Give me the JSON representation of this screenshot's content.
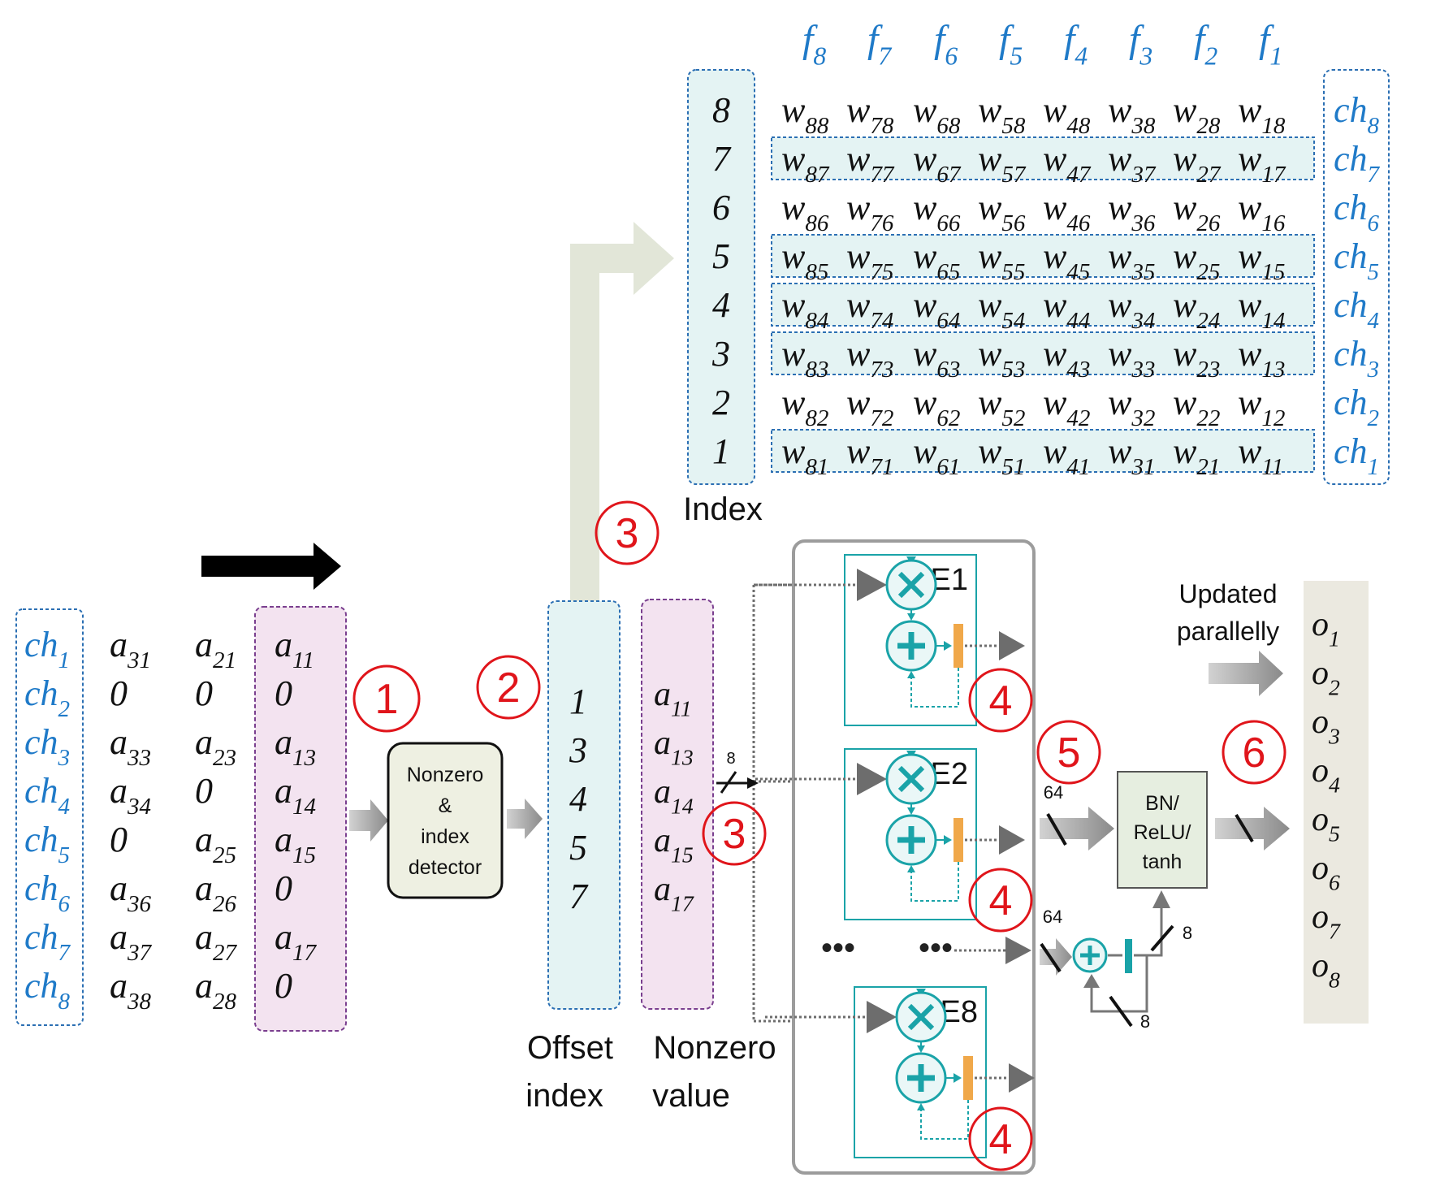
{
  "weight_matrix": {
    "filter_labels": [
      {
        "b": "f",
        "s": "8"
      },
      {
        "b": "f",
        "s": "7"
      },
      {
        "b": "f",
        "s": "6"
      },
      {
        "b": "f",
        "s": "5"
      },
      {
        "b": "f",
        "s": "4"
      },
      {
        "b": "f",
        "s": "3"
      },
      {
        "b": "f",
        "s": "2"
      },
      {
        "b": "f",
        "s": "1"
      }
    ],
    "index_values": [
      "8",
      "7",
      "6",
      "5",
      "4",
      "3",
      "2",
      "1"
    ],
    "index_caption": "Index",
    "rows": [
      {
        "cells": [
          {
            "b": "w",
            "s": "88"
          },
          {
            "b": "w",
            "s": "78"
          },
          {
            "b": "w",
            "s": "68"
          },
          {
            "b": "w",
            "s": "58"
          },
          {
            "b": "w",
            "s": "48"
          },
          {
            "b": "w",
            "s": "38"
          },
          {
            "b": "w",
            "s": "28"
          },
          {
            "b": "w",
            "s": "18"
          }
        ],
        "ch": {
          "b": "ch",
          "s": "8"
        },
        "highlighted": false
      },
      {
        "cells": [
          {
            "b": "w",
            "s": "87"
          },
          {
            "b": "w",
            "s": "77"
          },
          {
            "b": "w",
            "s": "67"
          },
          {
            "b": "w",
            "s": "57"
          },
          {
            "b": "w",
            "s": "47"
          },
          {
            "b": "w",
            "s": "37"
          },
          {
            "b": "w",
            "s": "27"
          },
          {
            "b": "w",
            "s": "17"
          }
        ],
        "ch": {
          "b": "ch",
          "s": "7"
        },
        "highlighted": true
      },
      {
        "cells": [
          {
            "b": "w",
            "s": "86"
          },
          {
            "b": "w",
            "s": "76"
          },
          {
            "b": "w",
            "s": "66"
          },
          {
            "b": "w",
            "s": "56"
          },
          {
            "b": "w",
            "s": "46"
          },
          {
            "b": "w",
            "s": "36"
          },
          {
            "b": "w",
            "s": "26"
          },
          {
            "b": "w",
            "s": "16"
          }
        ],
        "ch": {
          "b": "ch",
          "s": "6"
        },
        "highlighted": false
      },
      {
        "cells": [
          {
            "b": "w",
            "s": "85"
          },
          {
            "b": "w",
            "s": "75"
          },
          {
            "b": "w",
            "s": "65"
          },
          {
            "b": "w",
            "s": "55"
          },
          {
            "b": "w",
            "s": "45"
          },
          {
            "b": "w",
            "s": "35"
          },
          {
            "b": "w",
            "s": "25"
          },
          {
            "b": "w",
            "s": "15"
          }
        ],
        "ch": {
          "b": "ch",
          "s": "5"
        },
        "highlighted": true
      },
      {
        "cells": [
          {
            "b": "w",
            "s": "84"
          },
          {
            "b": "w",
            "s": "74"
          },
          {
            "b": "w",
            "s": "64"
          },
          {
            "b": "w",
            "s": "54"
          },
          {
            "b": "w",
            "s": "44"
          },
          {
            "b": "w",
            "s": "34"
          },
          {
            "b": "w",
            "s": "24"
          },
          {
            "b": "w",
            "s": "14"
          }
        ],
        "ch": {
          "b": "ch",
          "s": "4"
        },
        "highlighted": true
      },
      {
        "cells": [
          {
            "b": "w",
            "s": "83"
          },
          {
            "b": "w",
            "s": "73"
          },
          {
            "b": "w",
            "s": "63"
          },
          {
            "b": "w",
            "s": "53"
          },
          {
            "b": "w",
            "s": "43"
          },
          {
            "b": "w",
            "s": "33"
          },
          {
            "b": "w",
            "s": "23"
          },
          {
            "b": "w",
            "s": "13"
          }
        ],
        "ch": {
          "b": "ch",
          "s": "3"
        },
        "highlighted": true
      },
      {
        "cells": [
          {
            "b": "w",
            "s": "82"
          },
          {
            "b": "w",
            "s": "72"
          },
          {
            "b": "w",
            "s": "62"
          },
          {
            "b": "w",
            "s": "52"
          },
          {
            "b": "w",
            "s": "42"
          },
          {
            "b": "w",
            "s": "32"
          },
          {
            "b": "w",
            "s": "22"
          },
          {
            "b": "w",
            "s": "12"
          }
        ],
        "ch": {
          "b": "ch",
          "s": "2"
        },
        "highlighted": false
      },
      {
        "cells": [
          {
            "b": "w",
            "s": "81"
          },
          {
            "b": "w",
            "s": "71"
          },
          {
            "b": "w",
            "s": "61"
          },
          {
            "b": "w",
            "s": "51"
          },
          {
            "b": "w",
            "s": "41"
          },
          {
            "b": "w",
            "s": "31"
          },
          {
            "b": "w",
            "s": "21"
          },
          {
            "b": "w",
            "s": "11"
          }
        ],
        "ch": {
          "b": "ch",
          "s": "1"
        },
        "highlighted": true
      }
    ]
  },
  "input_activations": {
    "channels": [
      {
        "b": "ch",
        "s": "1"
      },
      {
        "b": "ch",
        "s": "2"
      },
      {
        "b": "ch",
        "s": "3"
      },
      {
        "b": "ch",
        "s": "4"
      },
      {
        "b": "ch",
        "s": "5"
      },
      {
        "b": "ch",
        "s": "6"
      },
      {
        "b": "ch",
        "s": "7"
      },
      {
        "b": "ch",
        "s": "8"
      }
    ],
    "columns": [
      [
        {
          "b": "a",
          "s": "31"
        },
        {
          "b": "0",
          "s": ""
        },
        {
          "b": "a",
          "s": "33"
        },
        {
          "b": "a",
          "s": "34"
        },
        {
          "b": "0",
          "s": ""
        },
        {
          "b": "a",
          "s": "36"
        },
        {
          "b": "a",
          "s": "37"
        },
        {
          "b": "a",
          "s": "38"
        }
      ],
      [
        {
          "b": "a",
          "s": "21"
        },
        {
          "b": "0",
          "s": ""
        },
        {
          "b": "a",
          "s": "23"
        },
        {
          "b": "0",
          "s": ""
        },
        {
          "b": "a",
          "s": "25"
        },
        {
          "b": "a",
          "s": "26"
        },
        {
          "b": "a",
          "s": "27"
        },
        {
          "b": "a",
          "s": "28"
        }
      ],
      [
        {
          "b": "a",
          "s": "11"
        },
        {
          "b": "0",
          "s": ""
        },
        {
          "b": "a",
          "s": "13"
        },
        {
          "b": "a",
          "s": "14"
        },
        {
          "b": "a",
          "s": "15"
        },
        {
          "b": "0",
          "s": ""
        },
        {
          "b": "a",
          "s": "17"
        },
        {
          "b": "0",
          "s": ""
        }
      ]
    ]
  },
  "detector": {
    "lines": [
      "Nonzero",
      "&",
      "index",
      "detector"
    ]
  },
  "offset_index": {
    "values": [
      "1",
      "3",
      "4",
      "5",
      "7"
    ],
    "caption_lines": [
      "Offset",
      "index"
    ]
  },
  "nonzero_value": {
    "values": [
      {
        "b": "a",
        "s": "11"
      },
      {
        "b": "a",
        "s": "13"
      },
      {
        "b": "a",
        "s": "14"
      },
      {
        "b": "a",
        "s": "15"
      },
      {
        "b": "a",
        "s": "17"
      }
    ],
    "caption_lines": [
      "Nonzero",
      "value"
    ],
    "bus_width": "8"
  },
  "pe_labels": [
    "PE1",
    "PE2",
    "PE8"
  ],
  "ellipsis": "•••",
  "bus_widths": {
    "pe_out": "64",
    "adder_in": "64",
    "adder_out": "8",
    "feedback": "8"
  },
  "postproc": {
    "lines": [
      "BN/",
      "ReLU/",
      "tanh"
    ]
  },
  "update_note": {
    "lines": [
      "Updated",
      "parallelly"
    ]
  },
  "outputs": [
    {
      "b": "o",
      "s": "1"
    },
    {
      "b": "o",
      "s": "2"
    },
    {
      "b": "o",
      "s": "3"
    },
    {
      "b": "o",
      "s": "4"
    },
    {
      "b": "o",
      "s": "5"
    },
    {
      "b": "o",
      "s": "6"
    },
    {
      "b": "o",
      "s": "7"
    },
    {
      "b": "o",
      "s": "8"
    }
  ],
  "step_markers": [
    "1",
    "2",
    "3",
    "3",
    "4",
    "4",
    "4",
    "5",
    "6"
  ],
  "colors": {
    "channel_blue": "#1f7ac8",
    "marker_red": "#e0151b",
    "teal": "#1aa3a8",
    "weight_row_fill": "#e4f3f3",
    "activation_fill": "#f3e3f0",
    "register_orange": "#f0a84a",
    "output_fill": "#ebe9e0",
    "postproc_fill": "#e6eee0",
    "detector_fill": "#eef0e2"
  }
}
